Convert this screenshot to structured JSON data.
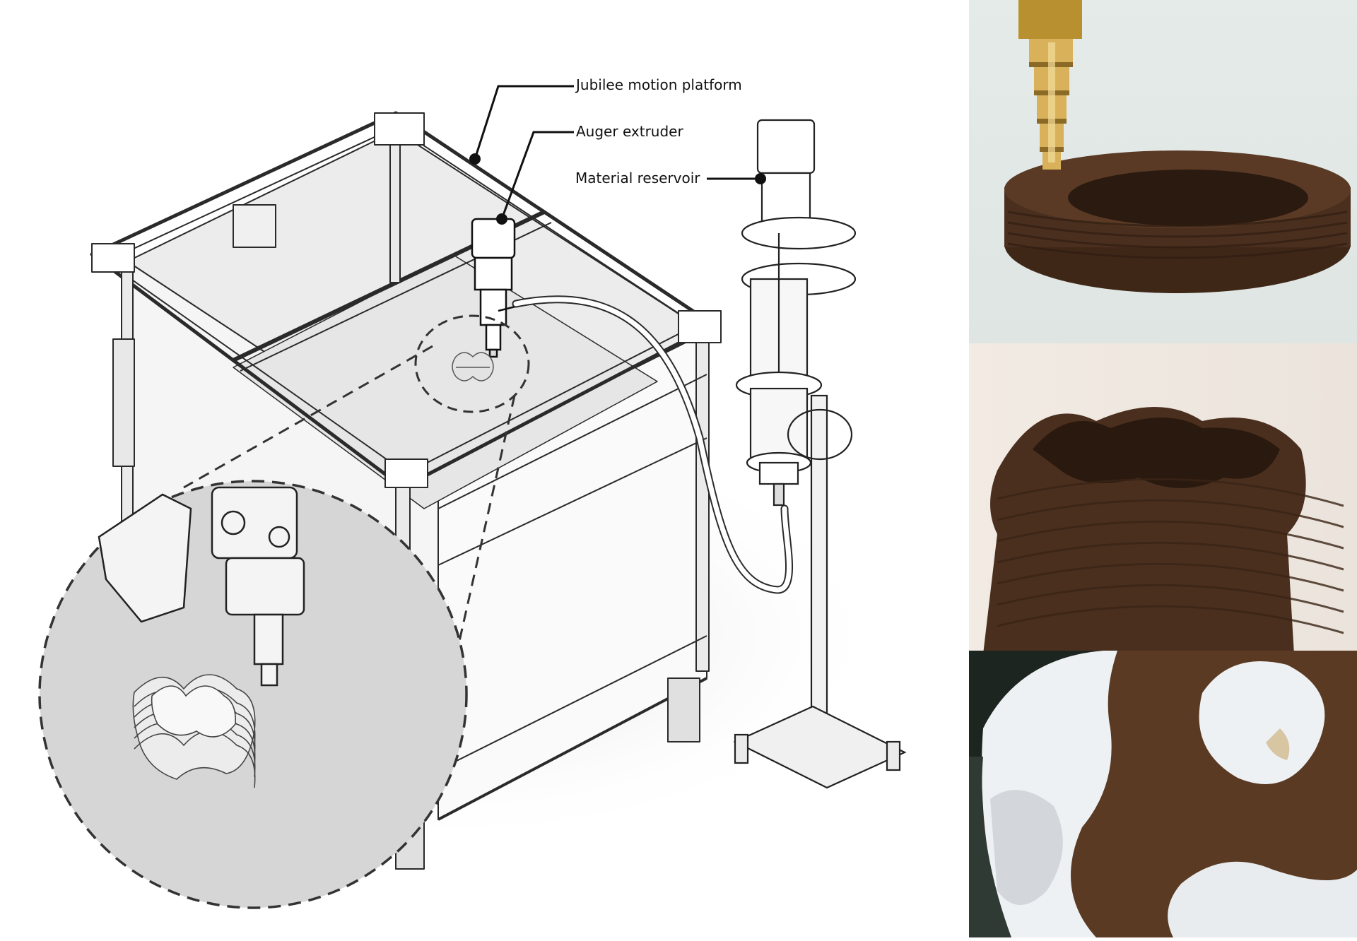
{
  "diagram": {
    "callouts": {
      "motion_platform": "Jubilee motion platform",
      "extruder": "Auger extruder",
      "reservoir": "Material reservoir"
    }
  },
  "photos": [
    {
      "subject": "brass nozzle extruding brown ring print"
    },
    {
      "subject": "brown star-shaped printed vessel"
    },
    {
      "subject": "cross-section with white mycelium growth"
    }
  ],
  "colors": {
    "line": "#2a2a2a",
    "frame_fill": "#f1f1f1",
    "zoom_fill": "#d4d4d4",
    "print_brown": "#4a2f1e",
    "brass": "#c9a24b",
    "mycelium": "#eef1f4"
  }
}
